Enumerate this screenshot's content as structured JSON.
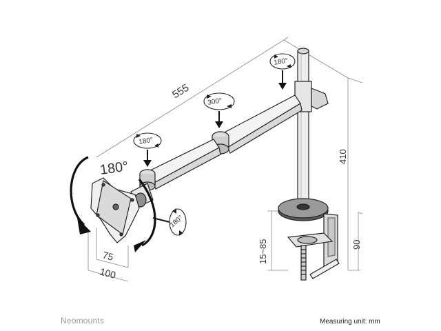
{
  "labels": {
    "length_top": "555",
    "height_pole": "410",
    "height_clamp": "90",
    "desk_range": "15~85",
    "vesa_small": "75",
    "vesa_large": "100",
    "tilt_big": "180°",
    "rot_pole": "180°",
    "rot_mid": "300°",
    "rot_elbow": "180°",
    "rot_head": "180°"
  },
  "footer": {
    "brand": "Neomounts",
    "unit_note": "Measuring unit: mm"
  }
}
